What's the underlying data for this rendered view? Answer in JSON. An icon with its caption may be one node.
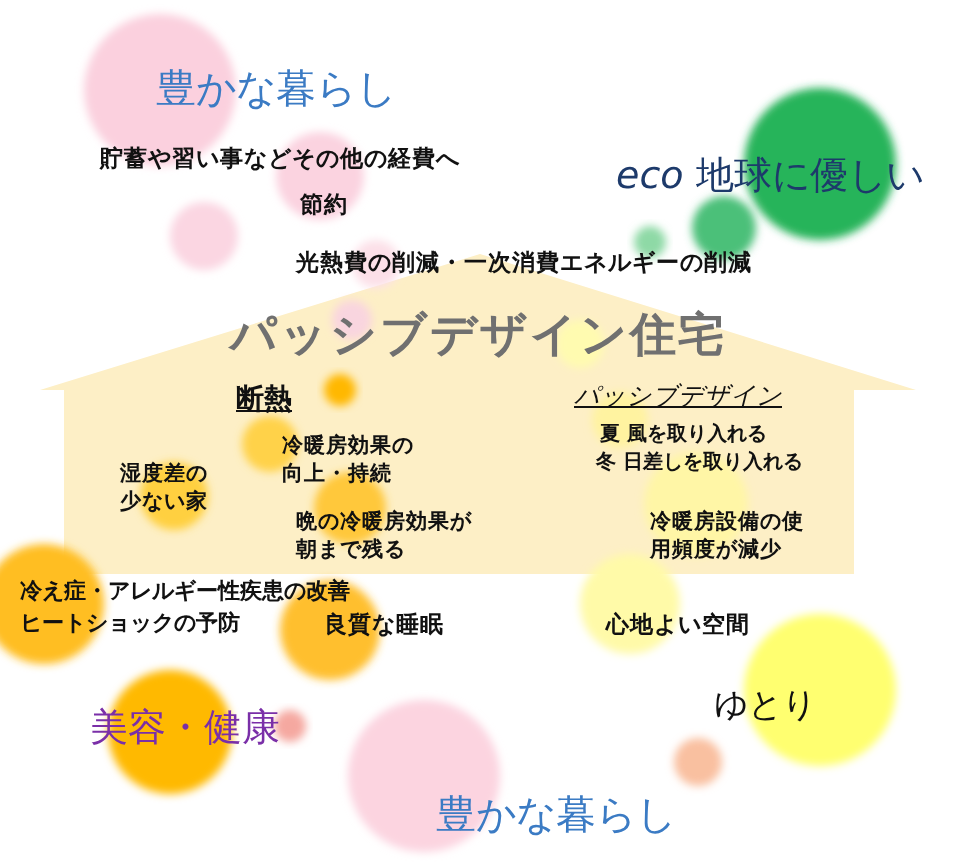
{
  "diagram": {
    "nodes": [
      {
        "text": [
          "パッシブデザイン住宅",
          "断熱",
          "パッシブデザイン",
          "冷暖房効果の向上・持続",
          "夏 風を取り入れる",
          "冬 日差しを取り入れる",
          "湿度差の少ない家",
          "晩の冷暖房効果が朝まで残る",
          "冷暖房設備の使用頻度が減少"
        ]
      }
    ],
    "labels": [
      "豊かな暮らし",
      "貯蓄や習い事などその他の経費へ",
      "*eco* 地球に優しい",
      "節約",
      "光熱費の削減・一次消費エネルギーの削減",
      "冷え症・アレルギー性疾患の改善",
      "ヒートショックの予防",
      "良質な睡眠",
      "心地よい空間",
      "ゆとり",
      "美容・健康",
      "豊かな暮らし"
    ]
  }
}
